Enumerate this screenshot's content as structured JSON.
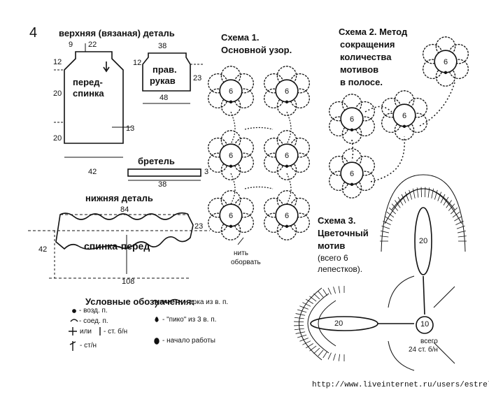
{
  "page_number": "4",
  "top_section": {
    "title": "верхняя (вязаная) деталь",
    "front_back": {
      "label_line1": "перед-",
      "label_line2": "спинка",
      "dims": {
        "top_left": "9",
        "top_width": "22",
        "shoulder": "12",
        "upper": "20",
        "lower": "20",
        "side": "13",
        "bottom": "42"
      }
    },
    "sleeve": {
      "label_line1": "прав.",
      "label_line2": "рукав",
      "dims": {
        "top": "38",
        "left": "12",
        "right": "23",
        "bottom": "48"
      }
    },
    "strap": {
      "label": "бретель",
      "length": "38",
      "width": "3"
    }
  },
  "bottom_section": {
    "title": "нижняя деталь",
    "label": "спинка-перед",
    "dims": {
      "top": "84",
      "right": "23",
      "left": "42",
      "bottom": "108"
    }
  },
  "scheme1": {
    "title": "Схема 1.",
    "subtitle": "Основной узор.",
    "motif_count": "6",
    "note_line1": "нить",
    "note_line2": "оборвать"
  },
  "scheme2": {
    "line1": "Схема 2. Метод",
    "line2": "сокращения",
    "line3": "количества",
    "line4": "мотивов",
    "line5": "в полосе.",
    "motif_count": "6"
  },
  "scheme3": {
    "line1": "Схема 3.",
    "line2": "Цветочный",
    "line3": "мотив",
    "line4": "(всего 6",
    "line5": "лепестков).",
    "petal_count": "20",
    "center_count": "10",
    "note_line1": "всего",
    "note_line2": "24 ст. б/н"
  },
  "legend": {
    "title": "Условные обозначения:",
    "items": [
      "- возд. п.",
      "- соед. п.",
      "или",
      "- ст. б/н",
      "- ст/н",
      "или",
      "- арка из в. п.",
      "- \"пико\" из 3 в. п.",
      "- начало работы"
    ]
  },
  "watermark_url": "http://www.liveinternet.ru/users/estrela/"
}
